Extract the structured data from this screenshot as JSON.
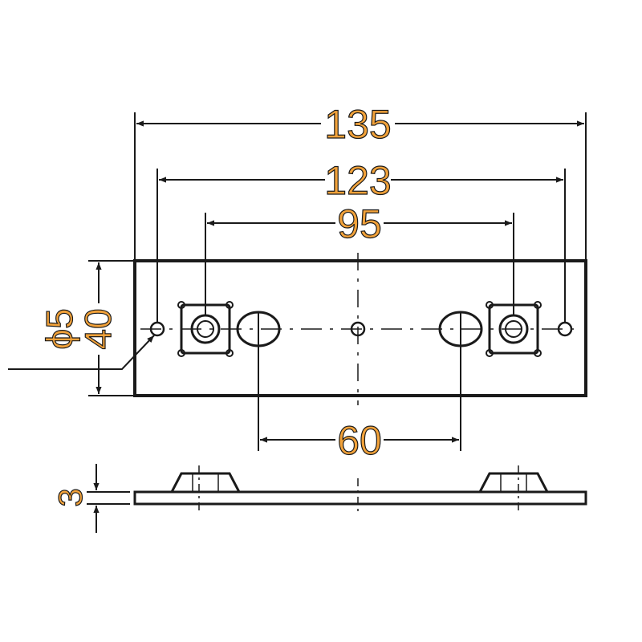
{
  "dimensions": {
    "overall_length": "135",
    "outer_hole_pitch": "123",
    "stud_pitch": "95",
    "slot_pitch": "60",
    "height": "40",
    "hole_diameter": "ϕ5",
    "thickness": "3"
  },
  "colors": {
    "line": "#1a1a1a",
    "dimension_text_fill": "#f2a23a"
  }
}
